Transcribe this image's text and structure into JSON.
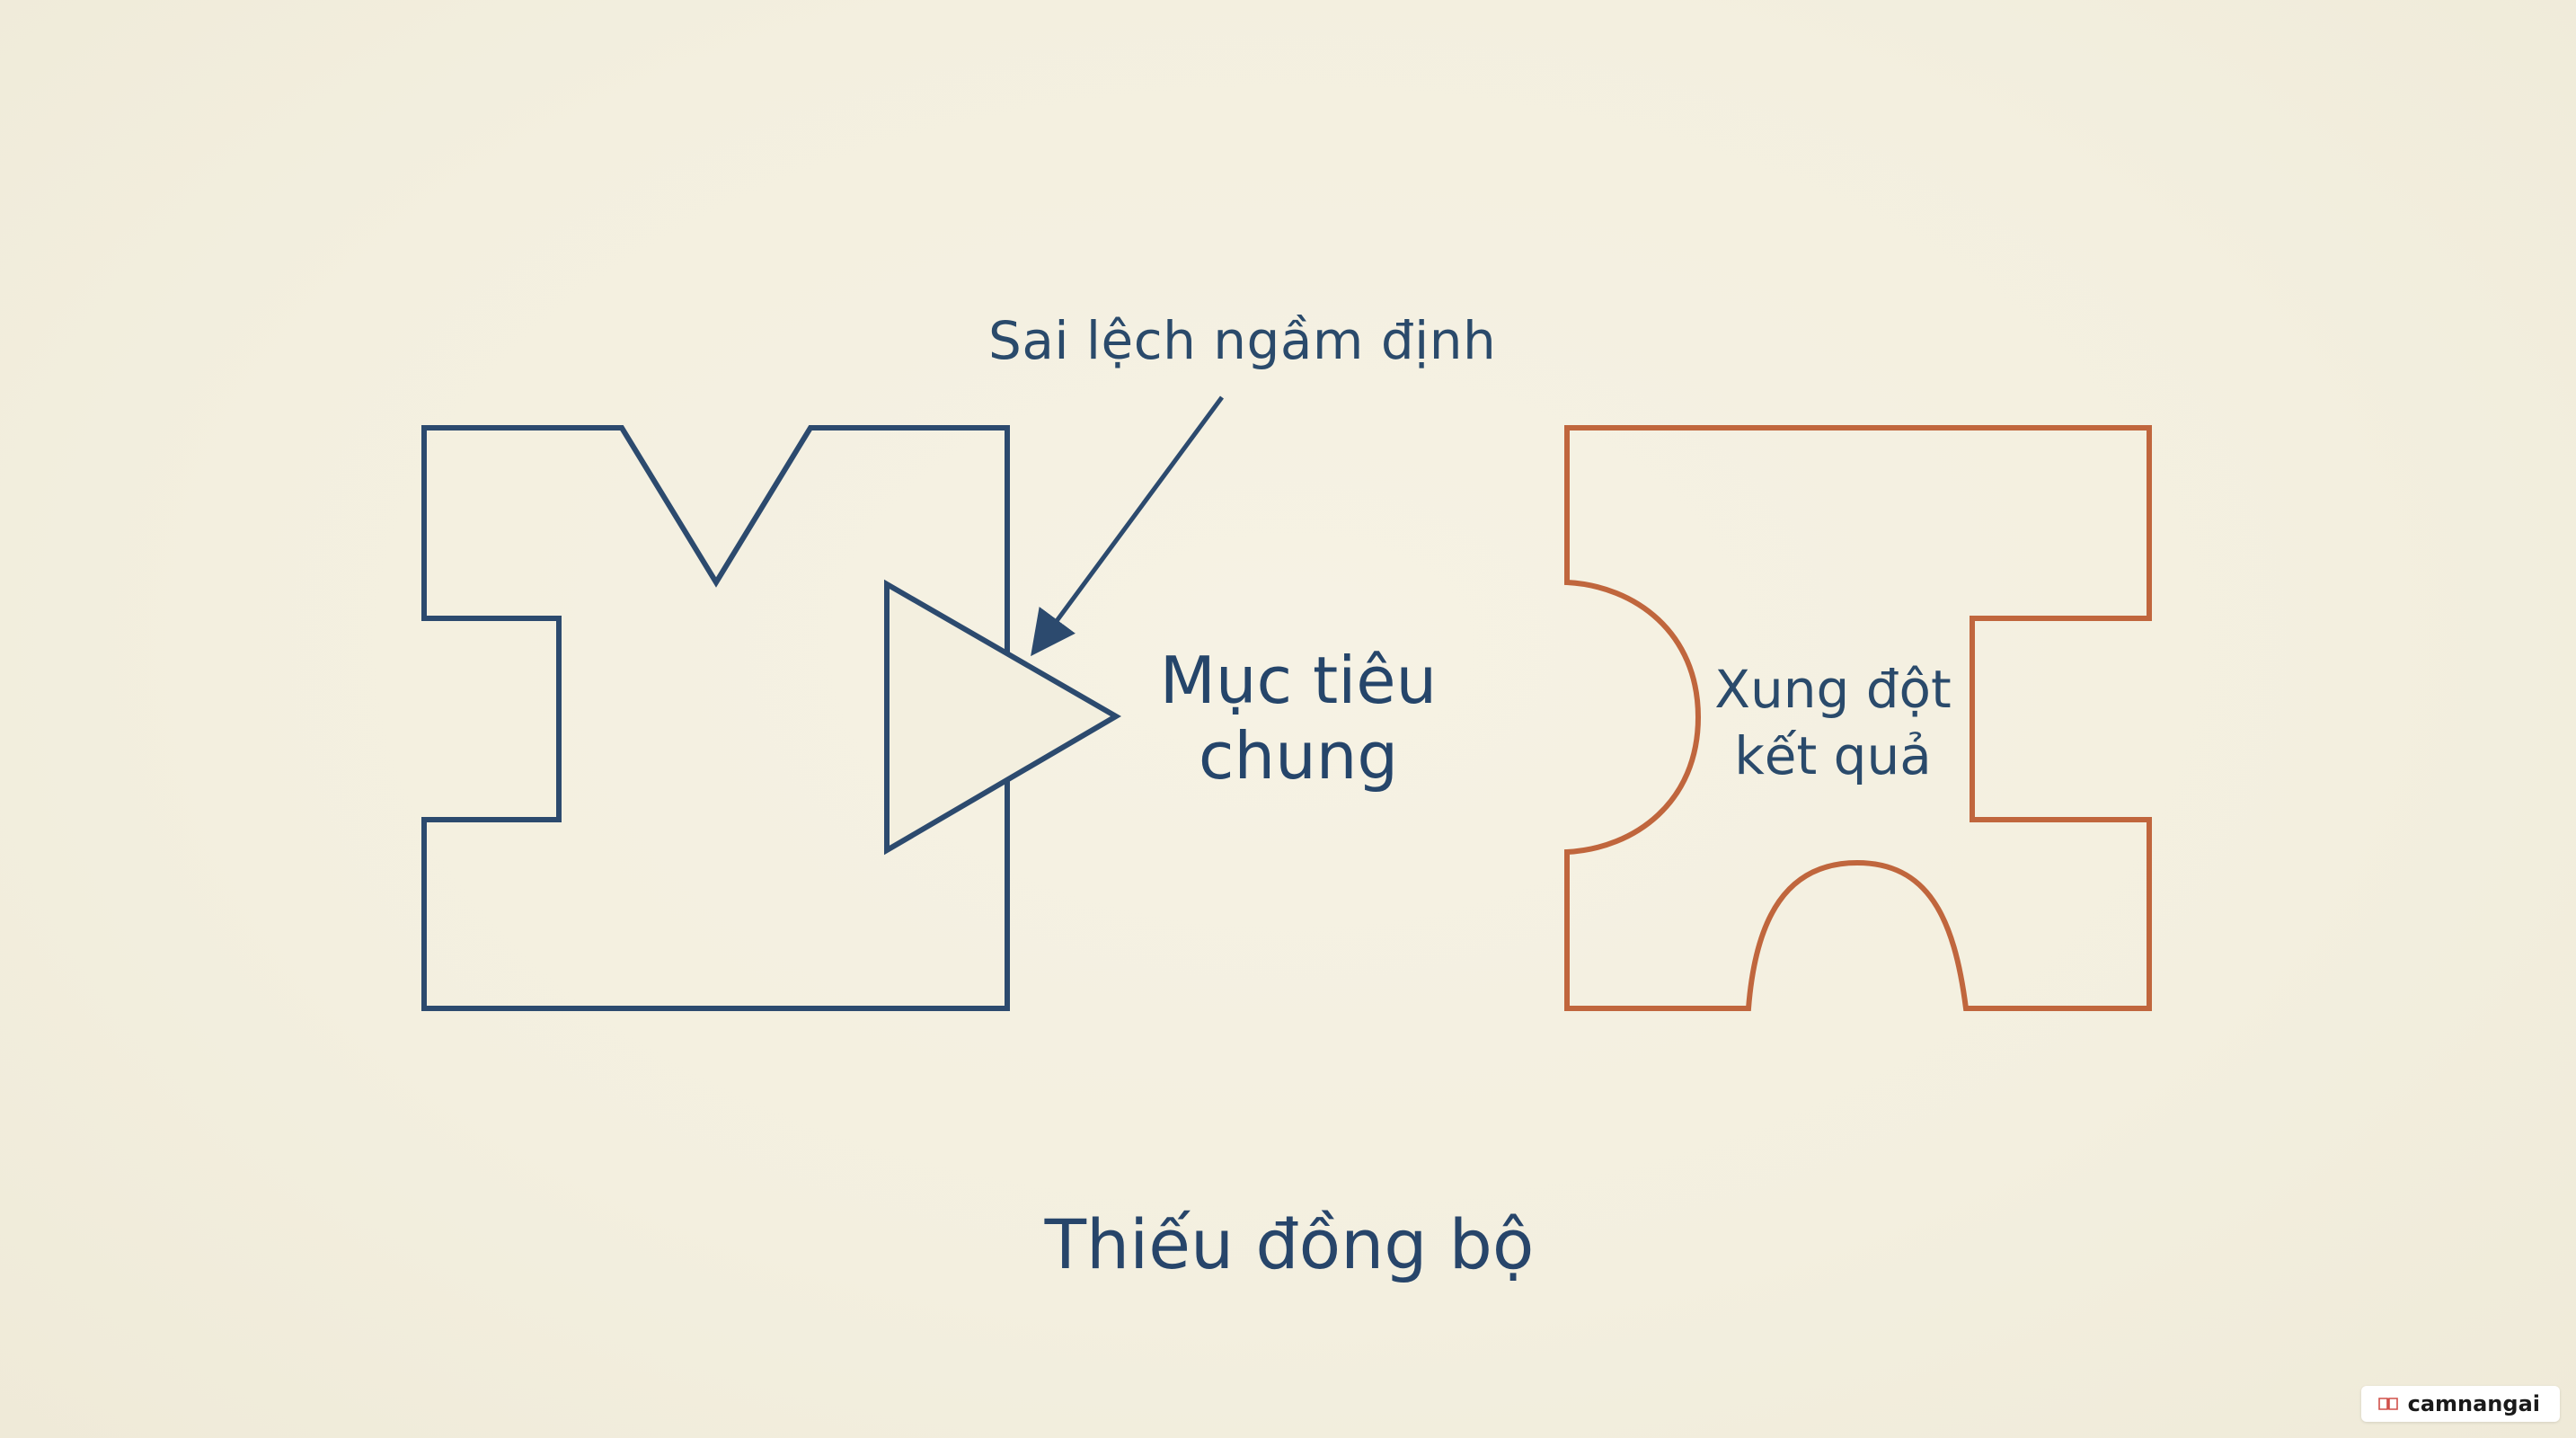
{
  "labels": {
    "bias": "Sai lệch ngầm định",
    "goal_line1": "Mục tiêu",
    "goal_line2": "chung",
    "conflict_line1": "Xung đột",
    "conflict_line2": "kết quả",
    "caption": "Thiếu đồng bộ"
  },
  "watermark": {
    "text": "camnangai",
    "icon": "book-icon"
  },
  "colors": {
    "background": "#f4f0e0",
    "blue_shape": "#2c4a6e",
    "orange_shape": "#c0663d",
    "text": "#2a4a6b"
  }
}
